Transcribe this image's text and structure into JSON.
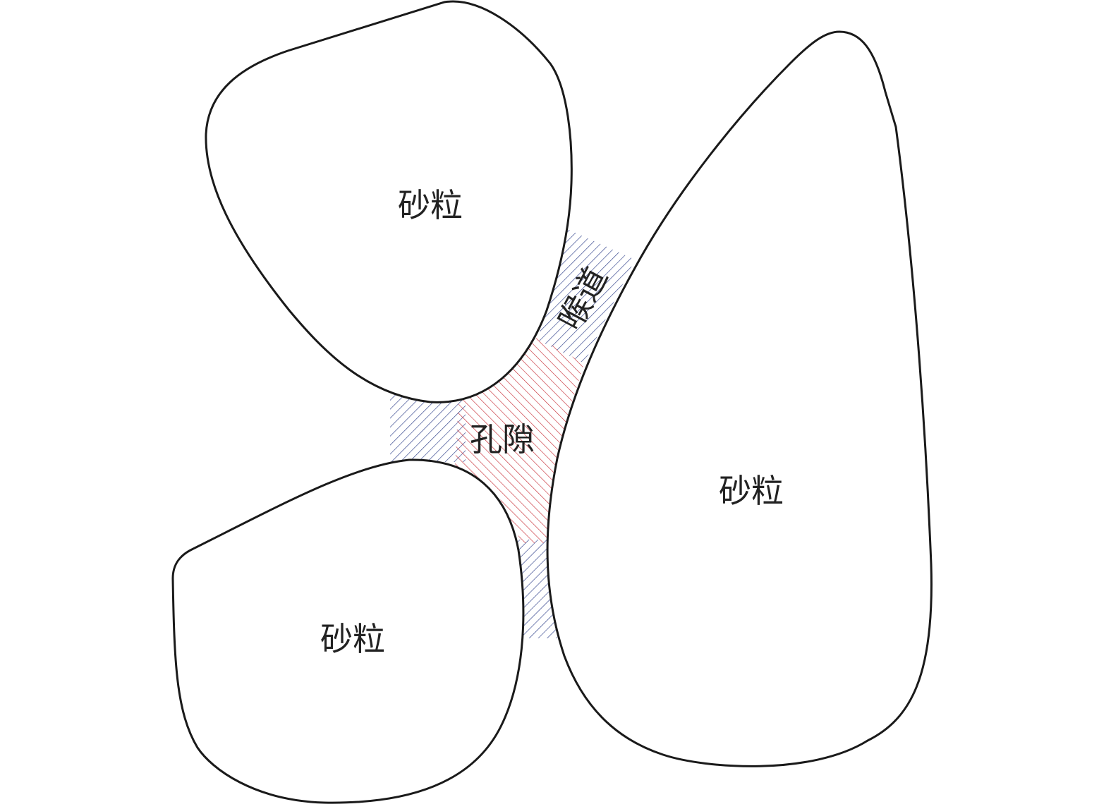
{
  "labels": {
    "grain_top": "砂粒",
    "grain_right": "砂粒",
    "grain_bottom": "砂粒",
    "pore": "孔隙",
    "throat": "喉道"
  },
  "colors": {
    "pore_hatch": "#c8323a",
    "throat_hatch": "#2e3f8a",
    "outline": "#1a1a1a"
  }
}
